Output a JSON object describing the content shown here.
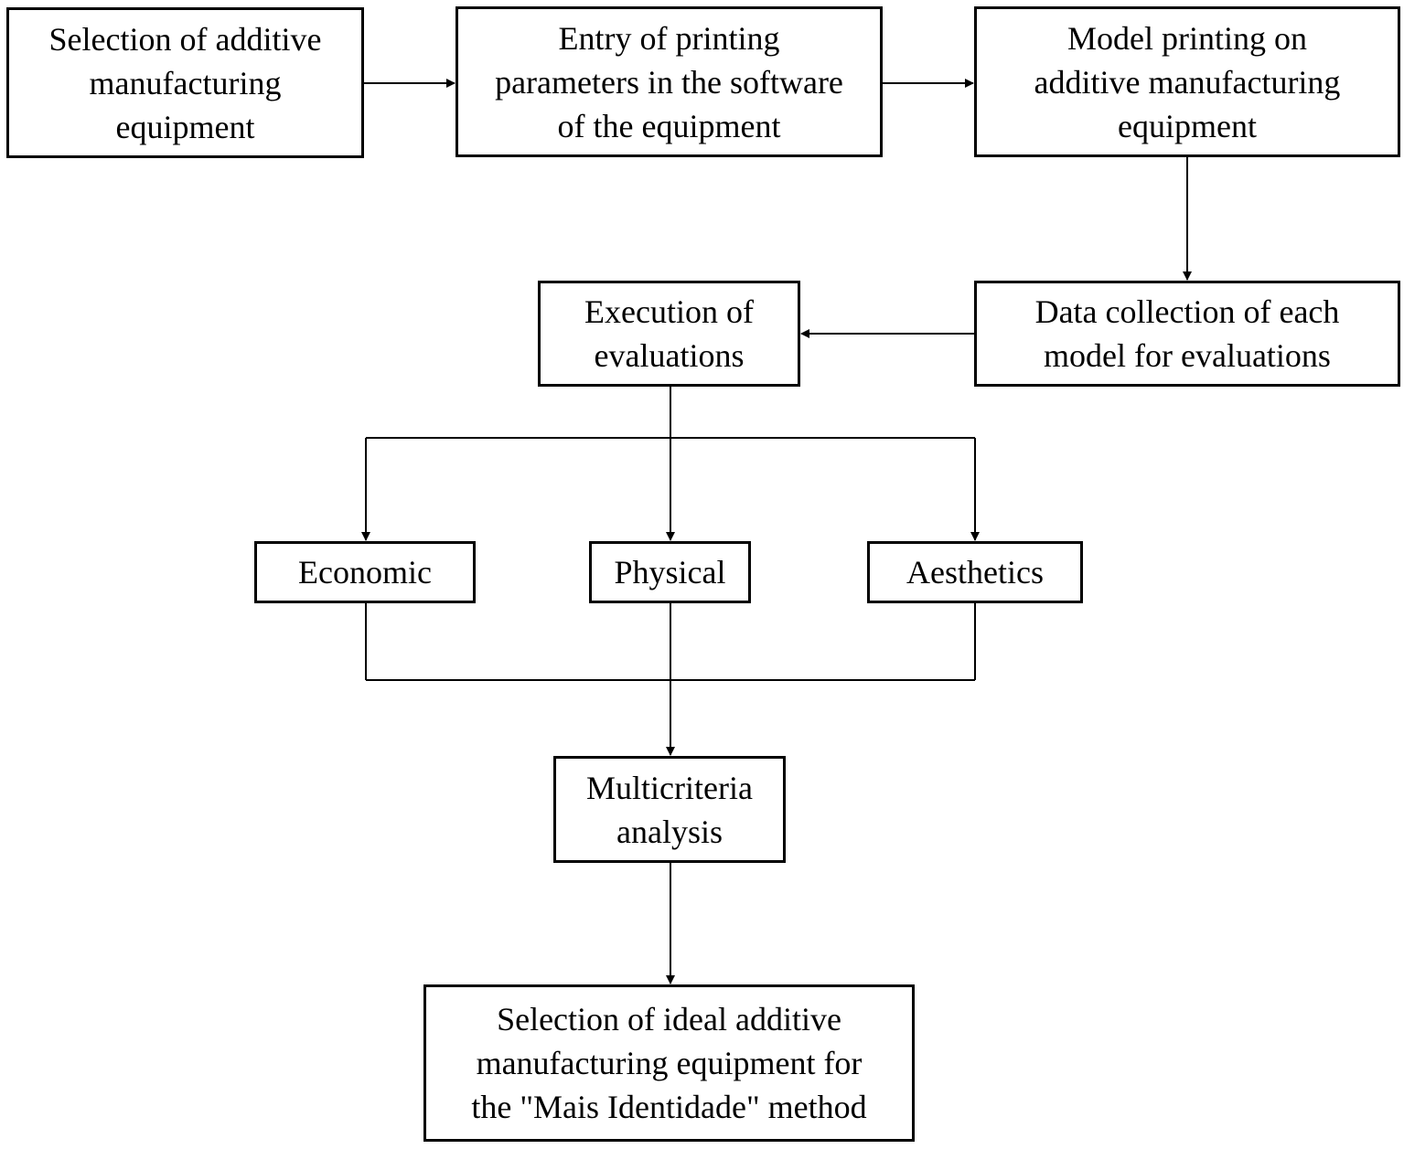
{
  "diagram": {
    "nodes": [
      {
        "id": "select",
        "text": "Selection of additive\nmanufacturing\nequipment"
      },
      {
        "id": "entry",
        "text": "Entry of printing\nparameters in the software\nof the equipment"
      },
      {
        "id": "print",
        "text": "Model printing on\nadditive manufacturing\nequipment"
      },
      {
        "id": "data",
        "text": "Data collection of each\nmodel for evaluations"
      },
      {
        "id": "exec",
        "text": "Execution of\nevaluations"
      },
      {
        "id": "econ",
        "text": "Economic"
      },
      {
        "id": "phys",
        "text": "Physical"
      },
      {
        "id": "aest",
        "text": "Aesthetics"
      },
      {
        "id": "multi",
        "text": "Multicriteria\nanalysis"
      },
      {
        "id": "final",
        "text": "Selection of ideal additive\nmanufacturing equipment for\nthe \"Mais Identidade\" method"
      }
    ],
    "edges": [
      {
        "from": "select",
        "to": "entry"
      },
      {
        "from": "entry",
        "to": "print"
      },
      {
        "from": "print",
        "to": "data"
      },
      {
        "from": "data",
        "to": "exec"
      },
      {
        "from": "exec",
        "to": "econ"
      },
      {
        "from": "exec",
        "to": "phys"
      },
      {
        "from": "exec",
        "to": "aest"
      },
      {
        "from": "econ",
        "to": "multi"
      },
      {
        "from": "phys",
        "to": "multi"
      },
      {
        "from": "aest",
        "to": "multi"
      },
      {
        "from": "multi",
        "to": "final"
      }
    ],
    "colors": {
      "stroke": "#000000",
      "background": "#ffffff"
    }
  }
}
